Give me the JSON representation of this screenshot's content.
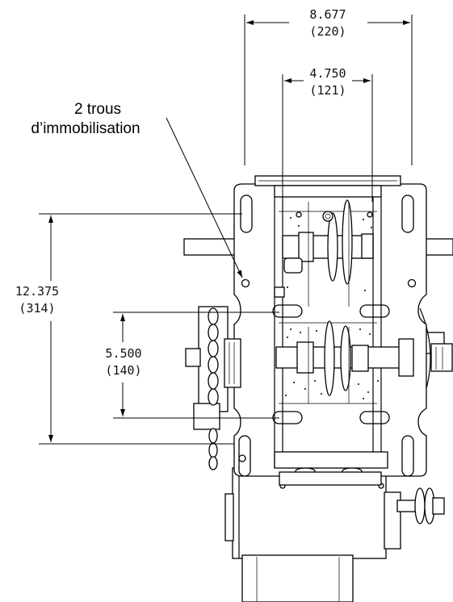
{
  "dimensions": {
    "overall_width": {
      "inches": "8.677",
      "mm": "(220)"
    },
    "inner_width": {
      "inches": "4.750",
      "mm": "(121)"
    },
    "overall_height": {
      "inches": "12.375",
      "mm": "(314)"
    },
    "slot_spacing": {
      "inches": "5.500",
      "mm": "(140)"
    }
  },
  "callout": {
    "line1": "2 trous",
    "line2": "d’immobilisation"
  }
}
